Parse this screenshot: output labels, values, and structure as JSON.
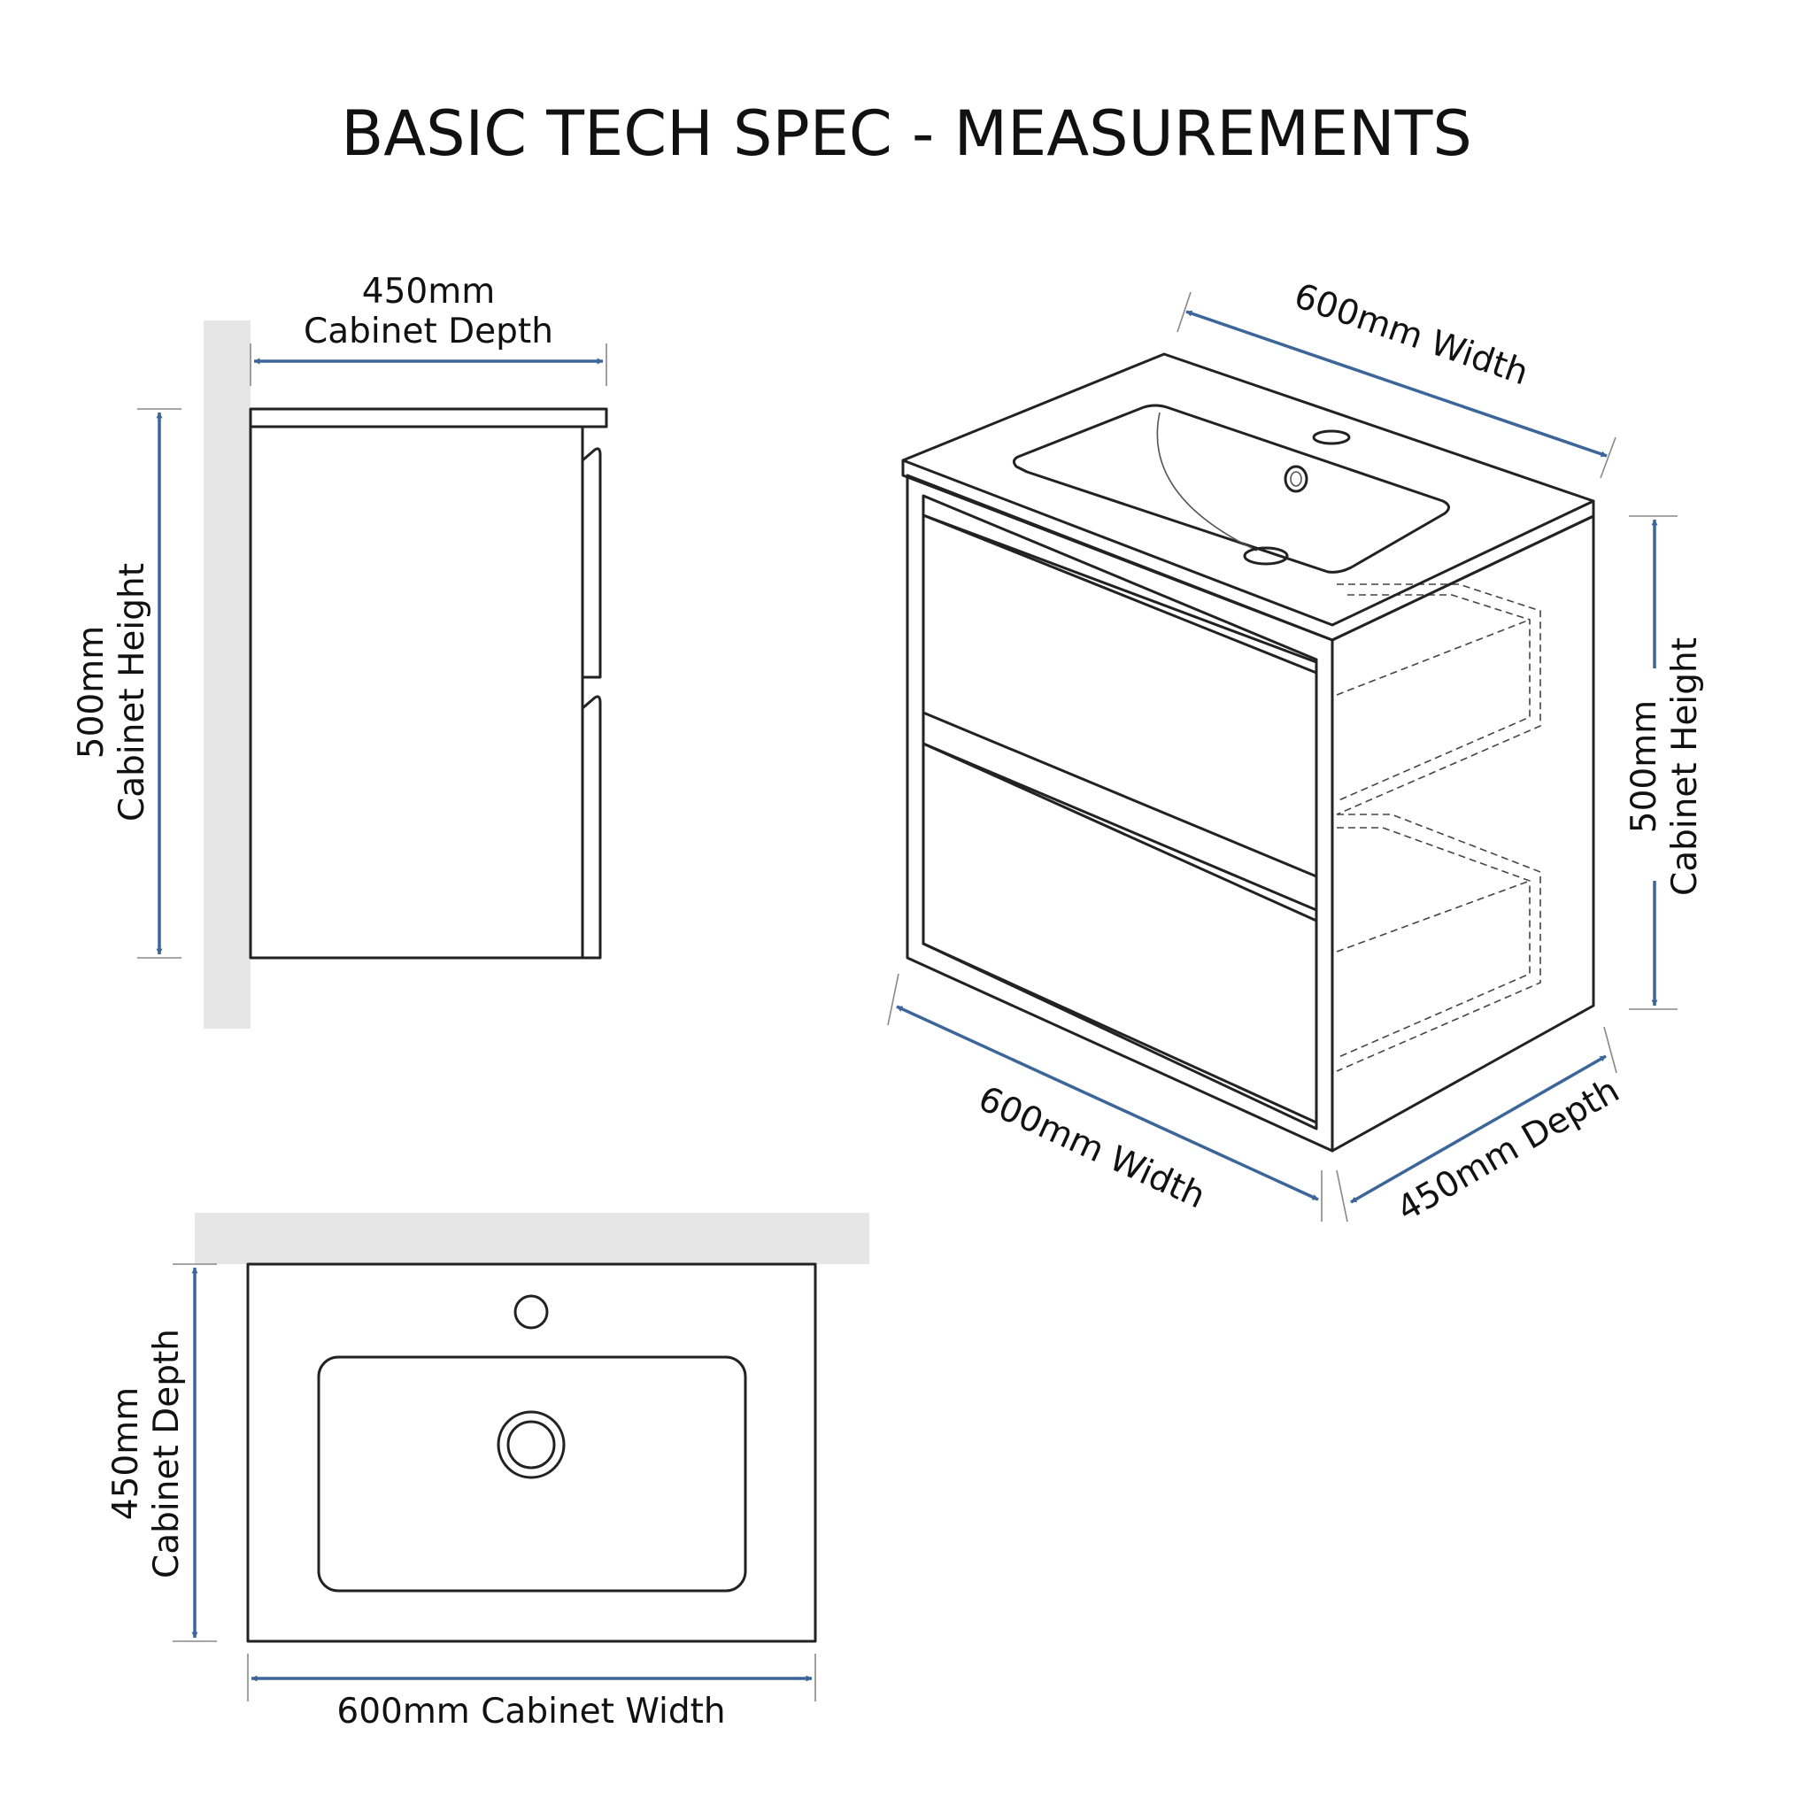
{
  "title": "BASIC TECH SPEC - MEASUREMENTS",
  "colors": {
    "dimension_arrow": "#3c6699",
    "outline": "#222222",
    "wall": "#e6e6e6",
    "background": "#ffffff"
  },
  "side_view": {
    "depth_value": "450mm",
    "depth_label": "Cabinet Depth",
    "height_value": "500mm",
    "height_label": "Cabinet Height"
  },
  "iso_view": {
    "top_width": "600mm Width",
    "front_width": "600mm Width",
    "depth": "450mm Depth",
    "height_value": "500mm",
    "height_label": "Cabinet Height"
  },
  "top_view": {
    "depth_value": "450mm",
    "depth_label": "Cabinet Depth",
    "width_label": "600mm Cabinet Width"
  }
}
